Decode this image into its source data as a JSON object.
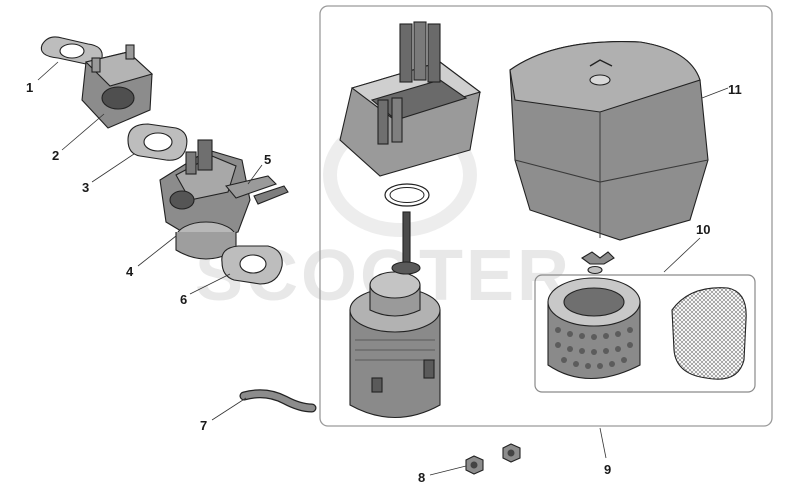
{
  "watermark": "SCOOTER",
  "colors": {
    "part_fill": "#8c8c8c",
    "part_dark": "#5a5a5a",
    "part_light": "#c8c8c8",
    "outline": "#222222",
    "frame": "#9a9a9a"
  },
  "callouts": {
    "c1": "1",
    "c2": "2",
    "c3": "3",
    "c4": "4",
    "c5": "5",
    "c6": "6",
    "c7": "7",
    "c8": "8",
    "c9": "9",
    "c10": "10",
    "c11": "11"
  }
}
